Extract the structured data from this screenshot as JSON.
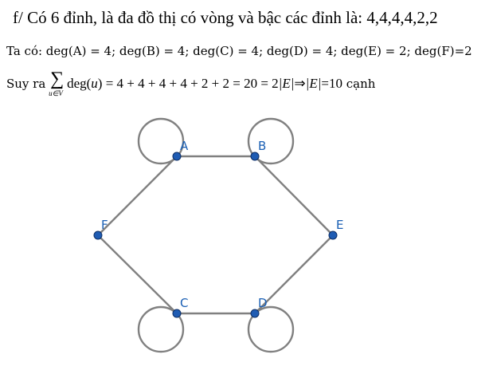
{
  "heading": "f/ Có 6 đỉnh, là đa đồ thị có vòng và bậc các đỉnh là: 4,4,4,4,2,2",
  "degree_line": "Ta có: deg(A) = 4; deg(B) = 4; deg(C) = 4; deg(D) = 4; deg(E) = 2; deg(F)=2",
  "sum_line": {
    "prefix": "Suy ra",
    "sum_symbol": "∑",
    "sum_subscript": "u∈V",
    "deg_text": "deg(",
    "var_u": "u",
    "close_paren": ")",
    "equation": " = 4 + 4 + 4 + 4 + 2 + 2 = 20 = 2",
    "abs_E_1": "|E|",
    "implies": "⇒",
    "abs_E_2": "|E|",
    "result": "=10",
    "word": " cạnh"
  },
  "graph": {
    "vertices": [
      {
        "id": "A",
        "label": "A"
      },
      {
        "id": "B",
        "label": "B"
      },
      {
        "id": "C",
        "label": "C"
      },
      {
        "id": "D",
        "label": "D"
      },
      {
        "id": "E",
        "label": "E"
      },
      {
        "id": "F",
        "label": "F"
      }
    ],
    "edges": [
      [
        "A",
        "B"
      ],
      [
        "B",
        "E"
      ],
      [
        "E",
        "D"
      ],
      [
        "D",
        "C"
      ],
      [
        "C",
        "F"
      ],
      [
        "F",
        "A"
      ]
    ],
    "loops": [
      "A",
      "B",
      "C",
      "D"
    ],
    "colors": {
      "edge": "#808080",
      "vertex_fill": "#1f5cb3",
      "vertex_stroke": "#0d2f66",
      "label": "#1a5fb4"
    }
  }
}
